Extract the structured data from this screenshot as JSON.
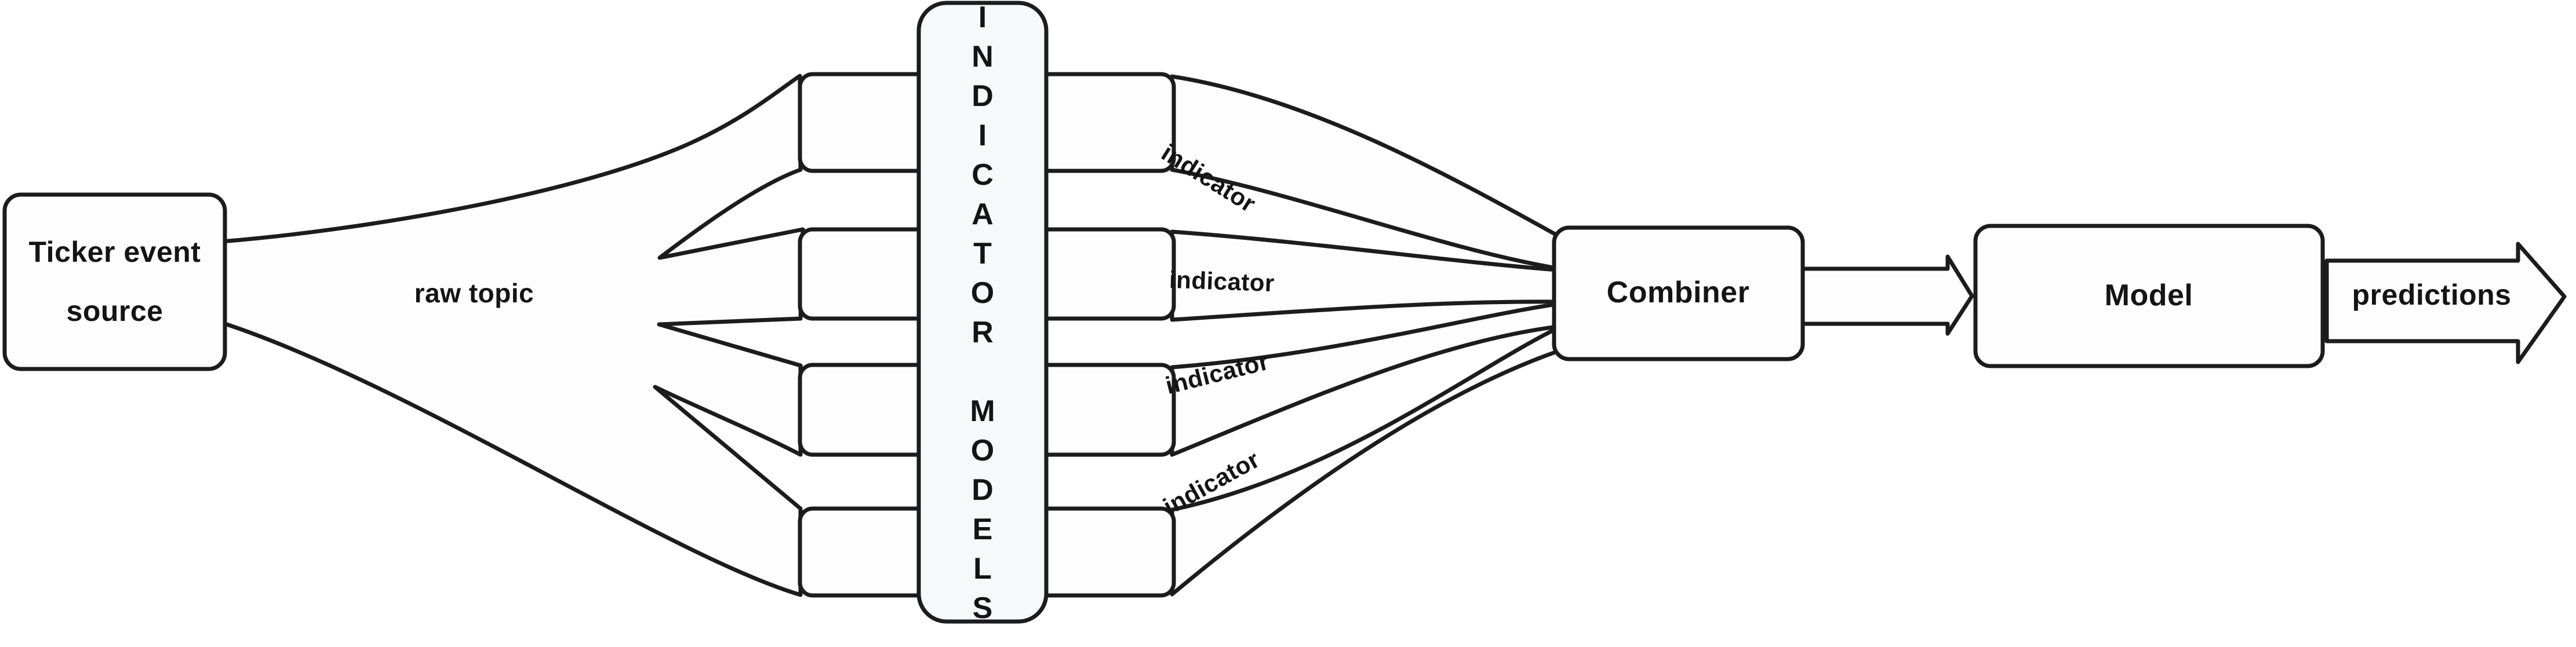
{
  "diagram": {
    "source_box": {
      "line1": "Ticker event",
      "line2": "source"
    },
    "raw_topic_label": "raw topic",
    "indicator_models_label": "INDICATOR MODELS",
    "indicator_labels": [
      "indicator",
      "indicator",
      "indicator",
      "indicator"
    ],
    "combiner_label": "Combiner",
    "model_label": "Model",
    "predictions_label": "predictions",
    "colors": {
      "stroke": "#1c1c1c",
      "shape_fill": "#fdfdfd",
      "bar_fill": "#f6f8f9",
      "background": "#ffffff",
      "text": "#141414"
    }
  }
}
